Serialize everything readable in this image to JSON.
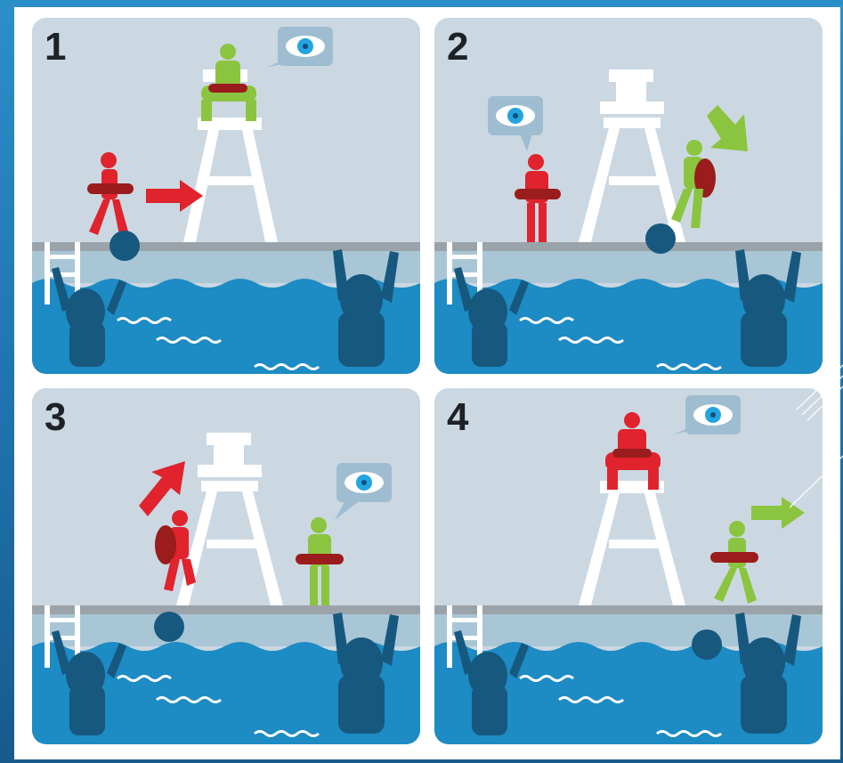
{
  "panels": [
    {
      "number": "1"
    },
    {
      "number": "2"
    },
    {
      "number": "3"
    },
    {
      "number": "4"
    }
  ],
  "colors": {
    "sky": "#cbd8e2",
    "deck": "#9aa3aa",
    "water_light": "#a9c6d6",
    "water": "#1d8bc4",
    "swimmer": "#17587f",
    "lifeguard_red": "#e0232d",
    "lifeguard_green": "#8bc53f",
    "chair": "#ffffff",
    "eye_bubble": "#9fbdd0",
    "eye_iris": "#22a5e0"
  },
  "scenes": [
    {
      "chair_guard": "green",
      "watching": "chair",
      "walker": "red",
      "walker_pose": "walking",
      "arrow": "right",
      "ball": "deck-left"
    },
    {
      "chair_guard": "none",
      "watching": "deck",
      "walker": "green",
      "walker_pose": "climbing-down",
      "arrow": "down-right",
      "ball": "deck-right"
    },
    {
      "chair_guard": "none",
      "watching": "deck",
      "walker": "red",
      "walker_pose": "climbing-up",
      "arrow": "up-right",
      "ball": "water-left"
    },
    {
      "chair_guard": "red",
      "watching": "chair",
      "walker": "green",
      "walker_pose": "walking",
      "arrow": "right",
      "ball": "water-right"
    }
  ]
}
